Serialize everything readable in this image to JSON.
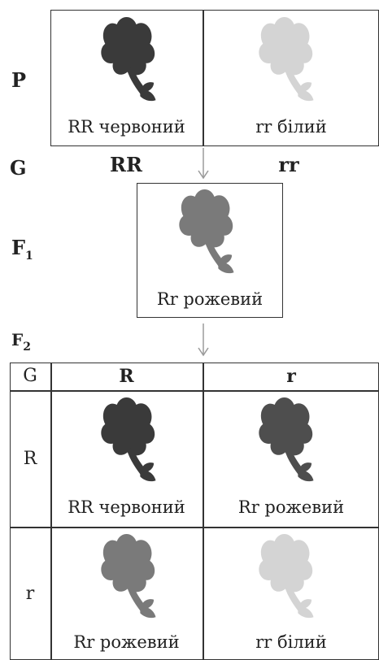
{
  "labels": {
    "p": "P",
    "g": "G",
    "f1_base": "F",
    "f1_sub": "1",
    "f2_base": "F",
    "f2_sub": "2"
  },
  "parents": {
    "left_caption": "RR червоний",
    "right_caption": "rr білий"
  },
  "gametes": {
    "left": "RR",
    "right": "rr"
  },
  "f1": {
    "caption": "Rr рожевий"
  },
  "punnett": {
    "corner": "G",
    "col_headers": [
      "R",
      "r"
    ],
    "row_headers": [
      "R",
      "r"
    ],
    "cells": [
      [
        "RR червоний",
        "Rr рожевий"
      ],
      [
        "Rr рожевий",
        "rr білий"
      ]
    ]
  },
  "colors": {
    "red": "#3a3a3a",
    "pink": "#7a7a7a",
    "white": "#d4d4d4",
    "arrow": "#9a9a9a"
  }
}
